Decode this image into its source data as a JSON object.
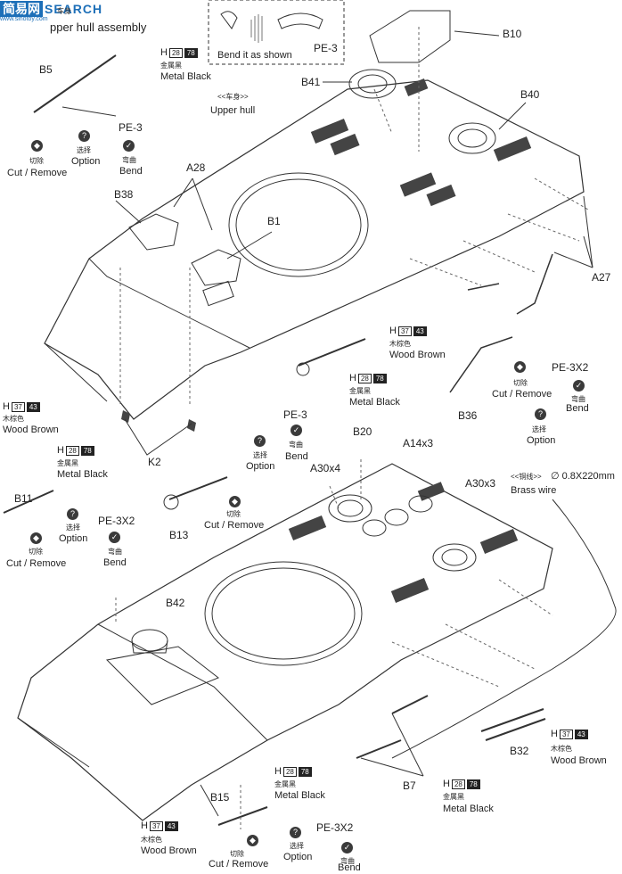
{
  "watermark": {
    "brand": "SEARCH",
    "prefix": "简易网",
    "url": "www.sinotoy.com"
  },
  "header": {
    "cn": "车身",
    "title": "pper hull assembly"
  },
  "inset": {
    "caption": "Bend it as shown",
    "part": "PE-3"
  },
  "upper_hull": {
    "cn": "<<车身>>",
    "en": "Upper hull"
  },
  "parts": {
    "b10": "B10",
    "b41": "B41",
    "b40": "B40",
    "b5": "B5",
    "a28": "A28",
    "b38": "B38",
    "b1": "B1",
    "a27": "A27",
    "k2": "K2",
    "b36": "B36",
    "b11": "B11",
    "b13": "B13",
    "b20": "B20",
    "a14x3": "A14x3",
    "a30x4": "A30x4",
    "a30x3": "A30x3",
    "b42": "B42",
    "b32": "B32",
    "b7": "B7",
    "b15": "B15"
  },
  "pe": {
    "pe3_top": "PE-3",
    "pe3_mid": "PE-3",
    "pe3x2_right": "PE-3X2",
    "pe3x2_left": "PE-3X2",
    "pe3x2_bottom": "PE-3X2"
  },
  "paint": {
    "h": "H",
    "metal_black": {
      "code1": "28",
      "code2": "78",
      "cn": "金属黑",
      "en": "Metal Black"
    },
    "wood_brown": {
      "code1": "37",
      "code2": "43",
      "cn": "木棕色",
      "en": "Wood Brown"
    }
  },
  "instr": {
    "cut_cn": "切除",
    "cut_en": "Cut / Remove",
    "option_cn": "选择",
    "option_en": "Option",
    "bend_cn": "弯曲",
    "bend_en": "Bend"
  },
  "brass": {
    "cn": "<<铜线>>",
    "spec": "∅ 0.8X220mm",
    "en": "Brass wire"
  }
}
